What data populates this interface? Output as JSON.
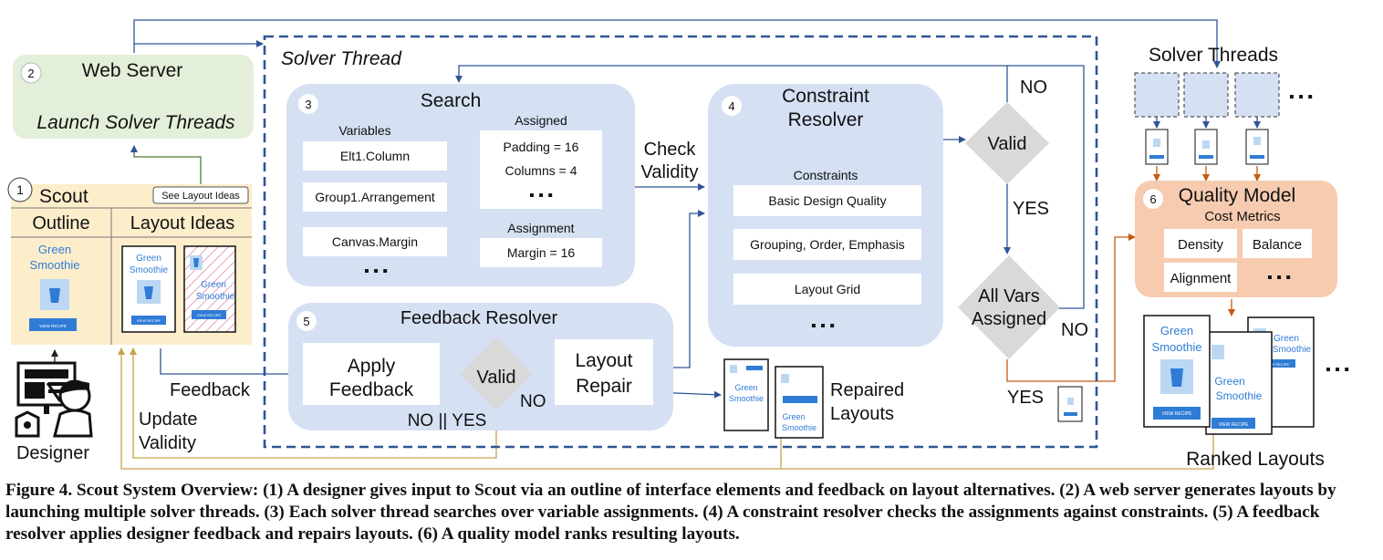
{
  "solver_thread": {
    "title": "Solver Thread"
  },
  "web_server": {
    "number": "2",
    "title": "Web Server",
    "subtitle": "Launch Solver Threads"
  },
  "scout": {
    "number": "1",
    "title": "Scout",
    "button": "See Layout Ideas",
    "col_outline": "Outline",
    "col_layout_ideas": "Layout Ideas",
    "outline_text_1": "Green",
    "outline_text_2": "Smoothie",
    "outline_btn": "VIEW RECIPE",
    "idea1_text_1": "Green",
    "idea1_text_2": "Smoothie",
    "idea1_btn": "VIEW RECIPE",
    "idea2_text_1": "Green",
    "idea2_text_2": "Smoothie",
    "idea2_btn": "VIEW RECIPE"
  },
  "designer": {
    "label": "Designer"
  },
  "search": {
    "number": "3",
    "title": "Search",
    "variables_label": "Variables",
    "variables": [
      "Elt1.Column",
      "Group1.Arrangement",
      "Canvas.Margin"
    ],
    "variables_more": "▪ ▪ ▪",
    "assigned_label": "Assigned",
    "assigned": [
      "Padding = 16",
      "Columns = 4"
    ],
    "assigned_more": "▪ ▪ ▪",
    "assignment_label": "Assignment",
    "assignment_value": "Margin = 16"
  },
  "check_validity": {
    "line1": "Check",
    "line2": "Validity"
  },
  "constraint_resolver": {
    "number": "4",
    "title_1": "Constraint",
    "title_2": "Resolver",
    "constraints_label": "Constraints",
    "constraints": [
      "Basic Design Quality",
      "Grouping, Order, Emphasis",
      "Layout Grid"
    ],
    "more": "▪ ▪ ▪"
  },
  "valid_diamond": {
    "label": "Valid"
  },
  "all_vars_diamond": {
    "line1": "All Vars",
    "line2": "Assigned"
  },
  "flow_labels": {
    "no_top": "NO",
    "yes_mid": "YES",
    "no_right": "NO",
    "yes_bottom": "YES"
  },
  "feedback_resolver": {
    "number": "5",
    "title": "Feedback Resolver",
    "apply_1": "Apply",
    "apply_2": "Feedback",
    "valid": "Valid",
    "no": "NO",
    "repair_1": "Layout",
    "repair_2": "Repair",
    "no_or_yes": "NO || YES"
  },
  "side_labels": {
    "feedback": "Feedback",
    "update_1": "Update",
    "update_2": "Validity"
  },
  "repaired": {
    "label_1": "Repaired",
    "label_2": "Layouts",
    "card1_text_1": "Green",
    "card1_text_2": "Smoothie",
    "card2_text_1": "Green",
    "card2_text_2": "Smoothie"
  },
  "solver_threads": {
    "title": "Solver Threads",
    "more": "▪ ▪ ▪"
  },
  "quality_model": {
    "number": "6",
    "title": "Quality Model",
    "subtitle": "Cost Metrics",
    "metrics": [
      "Density",
      "Balance",
      "Alignment"
    ],
    "more": "▪ ▪ ▪"
  },
  "ranked": {
    "label": "Ranked Layouts",
    "more": "▪ ▪ ▪",
    "card1_text_1": "Green",
    "card1_text_2": "Smoothie",
    "card1_btn": "VIEW RECIPE",
    "card2_text_1": "Green",
    "card2_text_2": "Smoothie",
    "card2_btn": "VIEW RECIPE",
    "card3_text_1": "Green",
    "card3_text_2": "Smoothie",
    "card3_btn": "VIEW RECIPE"
  },
  "caption": "Figure 4. Scout System Overview: (1) A designer gives input to Scout via an outline of interface elements and feedback on layout alternatives. (2) A web server generates layouts by launching multiple solver threads. (3) Each solver thread searches over variable assignments. (4) A constraint resolver checks the assignments against constraints. (5) A feedback resolver applies designer feedback and repairs layouts. (6) A quality model ranks resulting layouts.",
  "colors": {
    "blue_panel": "#d5e0f3",
    "green_panel": "#e3efd8",
    "orange_panel": "#f6cbb0",
    "scout_panel": "#fdeecb",
    "dashed_border": "#2f5597",
    "arrow_blue": "#2f5597",
    "arrow_gold": "#c9a14a",
    "arrow_orange": "#c55a11",
    "diamond": "#d9d9d9",
    "card_blue": "#2f7cd6"
  }
}
